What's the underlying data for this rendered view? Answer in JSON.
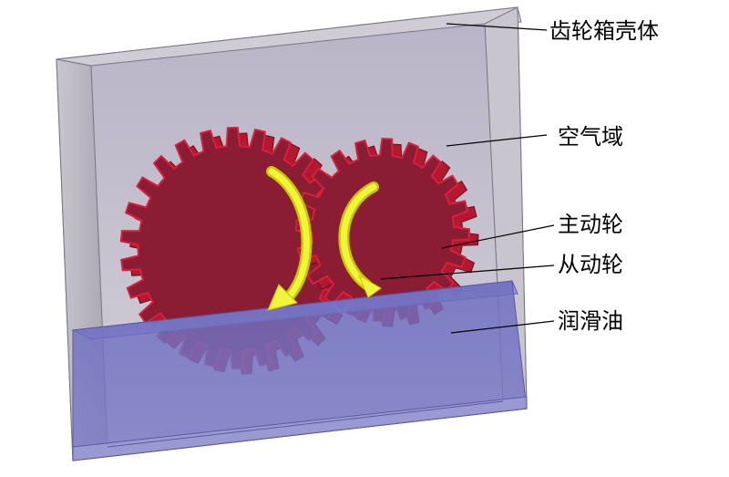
{
  "labels": {
    "housing": "齿轮箱壳体",
    "air": "空气域",
    "driving_gear": "主动轮",
    "driven_gear": "从动轮",
    "oil": "润滑油"
  },
  "colors": {
    "gear": "#8a1c34",
    "gear_edge": "#d8203c",
    "oil": "#6f6fc0",
    "air": "#b6b2c6",
    "arrow": "#e8f000"
  },
  "gears": {
    "driving": {
      "teeth": 26
    },
    "driven": {
      "teeth": 20
    }
  }
}
